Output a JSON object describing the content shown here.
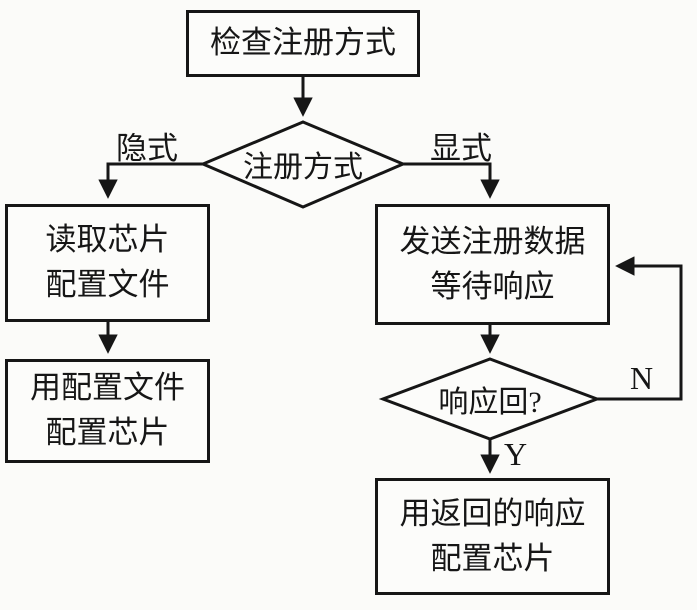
{
  "diagram": {
    "title": "chip-registration-flowchart",
    "stroke_color": "#161616",
    "background_color": "#fbfbf9",
    "nodes": {
      "check_method": {
        "label": "检查注册方式",
        "type": "process"
      },
      "method_decision": {
        "label": "注册方式",
        "type": "decision"
      },
      "read_config": {
        "label": "读取芯片\n配置文件",
        "type": "process"
      },
      "apply_config_file": {
        "label": "用配置文件\n配置芯片",
        "type": "process"
      },
      "send_register": {
        "label": "发送注册数据\n等待响应",
        "type": "process"
      },
      "response_decision": {
        "label": "响应回?",
        "type": "decision"
      },
      "apply_response": {
        "label": "用返回的响应\n配置芯片",
        "type": "process"
      }
    },
    "edge_labels": {
      "implicit": "隐式",
      "explicit": "显式",
      "no": "N",
      "yes": "Y"
    }
  }
}
